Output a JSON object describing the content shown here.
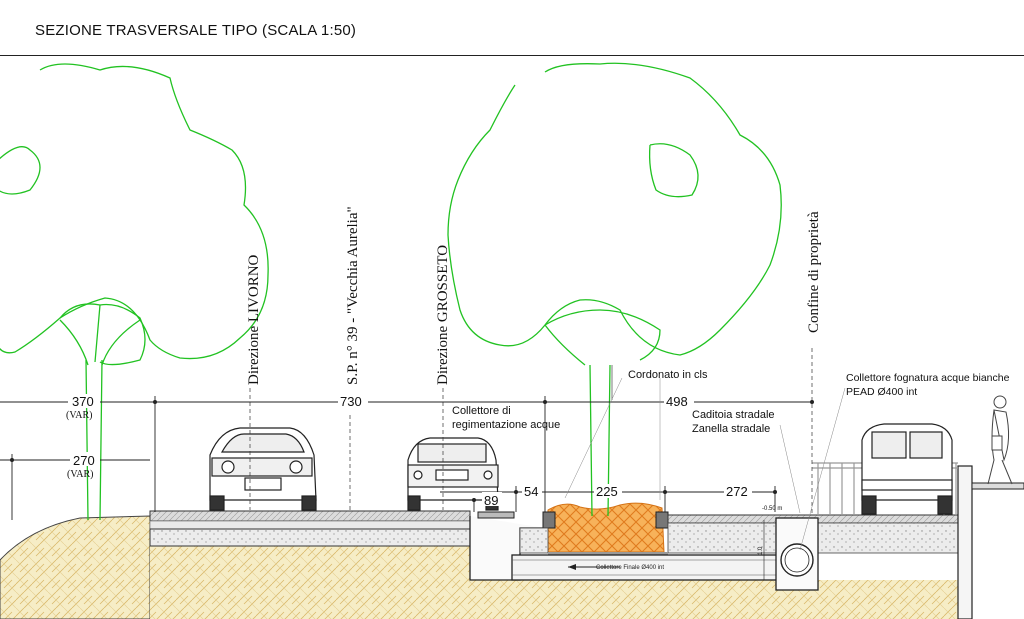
{
  "header": {
    "title": "SEZIONE TRASVERSALE TIPO (SCALA 1:50)"
  },
  "colors": {
    "tree": "#22c222",
    "soil": "#f3e7b8",
    "soil_pattern": "#d9b86a",
    "brick": "#f29a3a",
    "line": "#222222"
  },
  "vertical_labels": {
    "livorno": "Direzione LIVORNO",
    "road": "S.P. n° 39 - \"Vecchia Aurelia\"",
    "grosseto": "Direzione GROSSETO",
    "boundary": "Confine di proprietà"
  },
  "dimensions": {
    "d370": "370",
    "d370_var": "(VAR)",
    "d730": "730",
    "d498": "498",
    "d270": "270",
    "d270_var": "(VAR)",
    "d54": "54",
    "d225": "225",
    "d272": "272",
    "d89": "89",
    "slope": "-0.50 m",
    "depth": "1.0"
  },
  "annotations": {
    "cordonato": "Cordonato in cls",
    "collettore_reg_1": "Collettore di",
    "collettore_reg_2": "regimentazione acque",
    "caditoia": "Caditoia stradale",
    "zanella": "Zanella stradale",
    "fognatura_1": "Collettore fognatura acque bianche",
    "fognatura_2": "PEAD Ø400 int",
    "pipe_label": "Collettore Finale Ø400 int"
  }
}
